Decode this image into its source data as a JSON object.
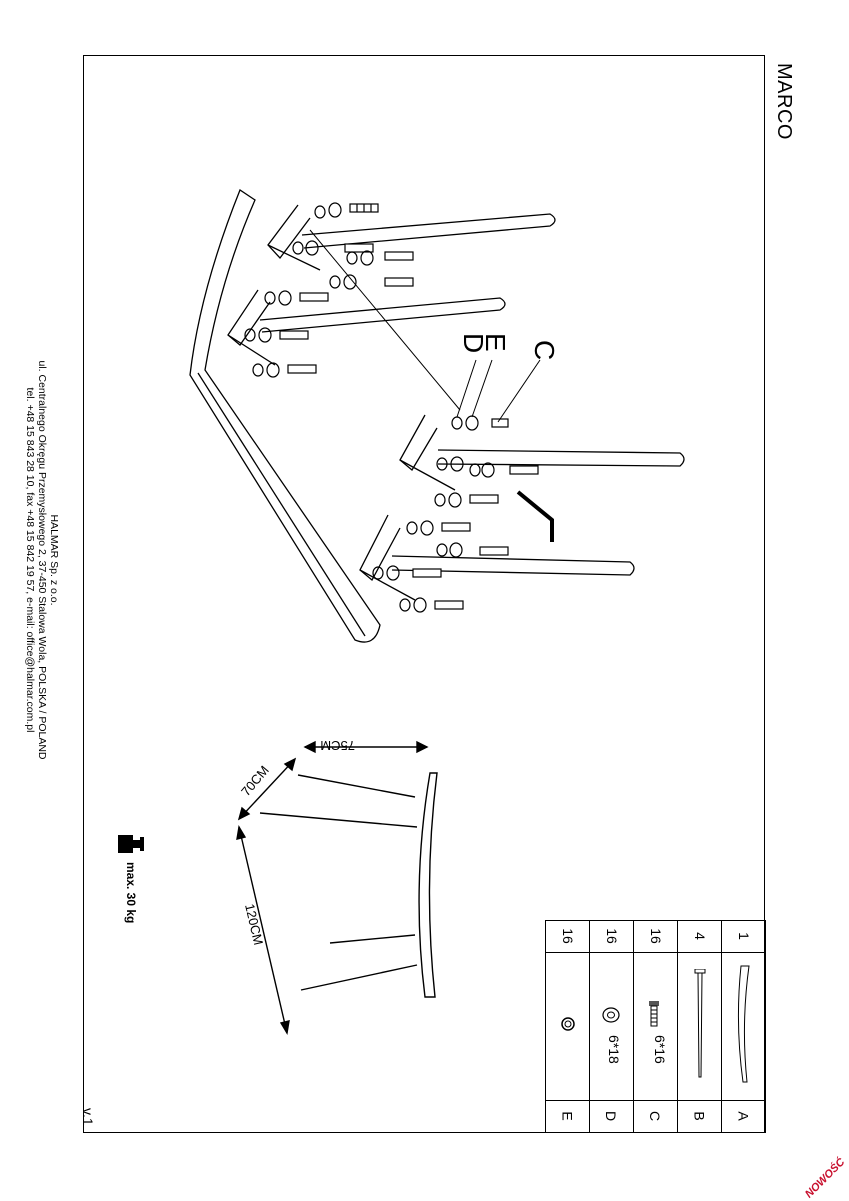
{
  "document": {
    "title": "MARCO",
    "version": "v.1",
    "stamp": "NOWOŚĆ"
  },
  "company": {
    "name": "HALMAR Sp. z o.o.",
    "address": "ul. Centralnego Okręgu Przemysłowego 2, 37-450 Stalowa Wola, POLSKA / POLAND",
    "contact": "tel. +48 15 843 28 10, fax +48 15 842 19 57, e-mail: office@halmar.com.pl"
  },
  "assembly": {
    "callouts": [
      "C",
      "E",
      "D"
    ]
  },
  "dimensions": {
    "width": "75CM",
    "depth": "70CM",
    "length": "120CM"
  },
  "load": {
    "label": "max. 30 kg"
  },
  "parts": [
    {
      "letter": "A",
      "spec": "",
      "qty": "1",
      "icon": "tabletop-icon"
    },
    {
      "letter": "B",
      "spec": "",
      "qty": "4",
      "icon": "leg-icon"
    },
    {
      "letter": "C",
      "spec": "6*16",
      "qty": "16",
      "icon": "bolt-icon"
    },
    {
      "letter": "D",
      "spec": "6*18",
      "qty": "16",
      "icon": "flat-washer-icon"
    },
    {
      "letter": "E",
      "spec": "",
      "qty": "16",
      "icon": "spring-washer-icon"
    }
  ]
}
